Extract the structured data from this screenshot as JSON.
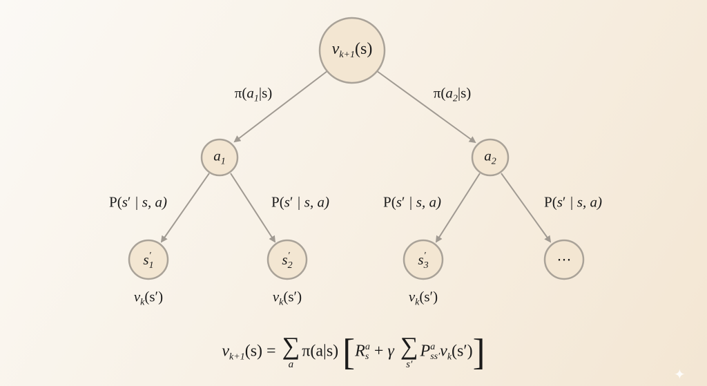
{
  "root": {
    "base": "v",
    "sub": "k+1",
    "arg": "(s)"
  },
  "actions": [
    {
      "base": "a",
      "sub": "1",
      "edge_label": {
        "pre": "π(",
        "a": "a",
        "sub": "1",
        "post": "|s)"
      }
    },
    {
      "base": "a",
      "sub": "2",
      "edge_label": {
        "pre": "π(",
        "a": "a",
        "sub": "2",
        "post": "|s)"
      }
    }
  ],
  "transition_label": {
    "pre": "P(",
    "s": "s",
    "prime": "′",
    "post": " | s, a)"
  },
  "states": [
    {
      "base": "s",
      "prime": "′",
      "sub": "1",
      "value": {
        "v": "v",
        "sub": "k",
        "arg": "(s′)"
      }
    },
    {
      "base": "s",
      "prime": "′",
      "sub": "2",
      "value": {
        "v": "v",
        "sub": "k",
        "arg": "(s′)"
      }
    },
    {
      "base": "s",
      "prime": "′",
      "sub": "3",
      "value": {
        "v": "v",
        "sub": "k",
        "arg": "(s′)"
      }
    },
    {
      "base": "⋯"
    }
  ],
  "formula": {
    "lhs_v": "v",
    "lhs_sub": "k+1",
    "lhs_arg": "(s)",
    "eq": "=",
    "sigma": "∑",
    "sum1_under": "a",
    "policy": "π(a|s)",
    "lbracket": "[",
    "R": "R",
    "R_sup": "a",
    "R_sub": "s",
    "plus": "+",
    "gamma": "γ",
    "sum2_under": "s′",
    "P": "P",
    "P_sup": "a",
    "P_sub": "ss′",
    "v": "v",
    "v_sub": "k",
    "v_arg": "(s′)",
    "rbracket": "]"
  },
  "colors": {
    "node_fill": "#f3e6d2",
    "node_stroke": "#a9a298",
    "edge": "#a09a92"
  }
}
